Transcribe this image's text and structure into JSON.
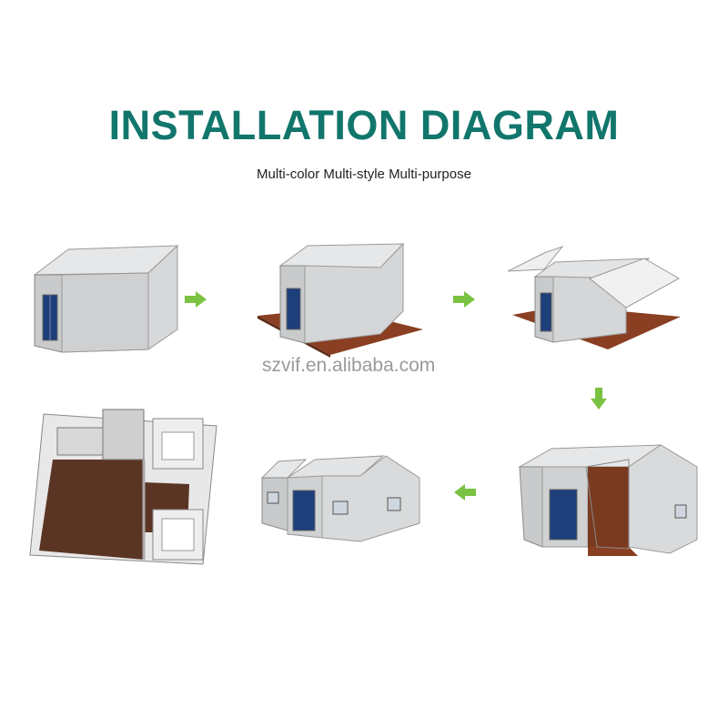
{
  "title": "INSTALLATION DIAGRAM",
  "subtitle": "Multi-color Multi-style Multi-purpose",
  "watermark": "szvif.en.alibaba.com",
  "colors": {
    "title": "#11766c",
    "arrow": "#7cc242",
    "floor": "#8a3f22",
    "wall": "#d9dadb"
  },
  "steps": [
    {
      "id": 1,
      "icon": "closed-container"
    },
    {
      "id": 2,
      "icon": "container-with-floor-unfolded"
    },
    {
      "id": 3,
      "icon": "container-with-roof-unfolding"
    },
    {
      "id": 4,
      "icon": "container-walls-unfolding"
    },
    {
      "id": 5,
      "icon": "fully-expanded-house"
    },
    {
      "id": 6,
      "icon": "floor-plan-interior"
    }
  ]
}
